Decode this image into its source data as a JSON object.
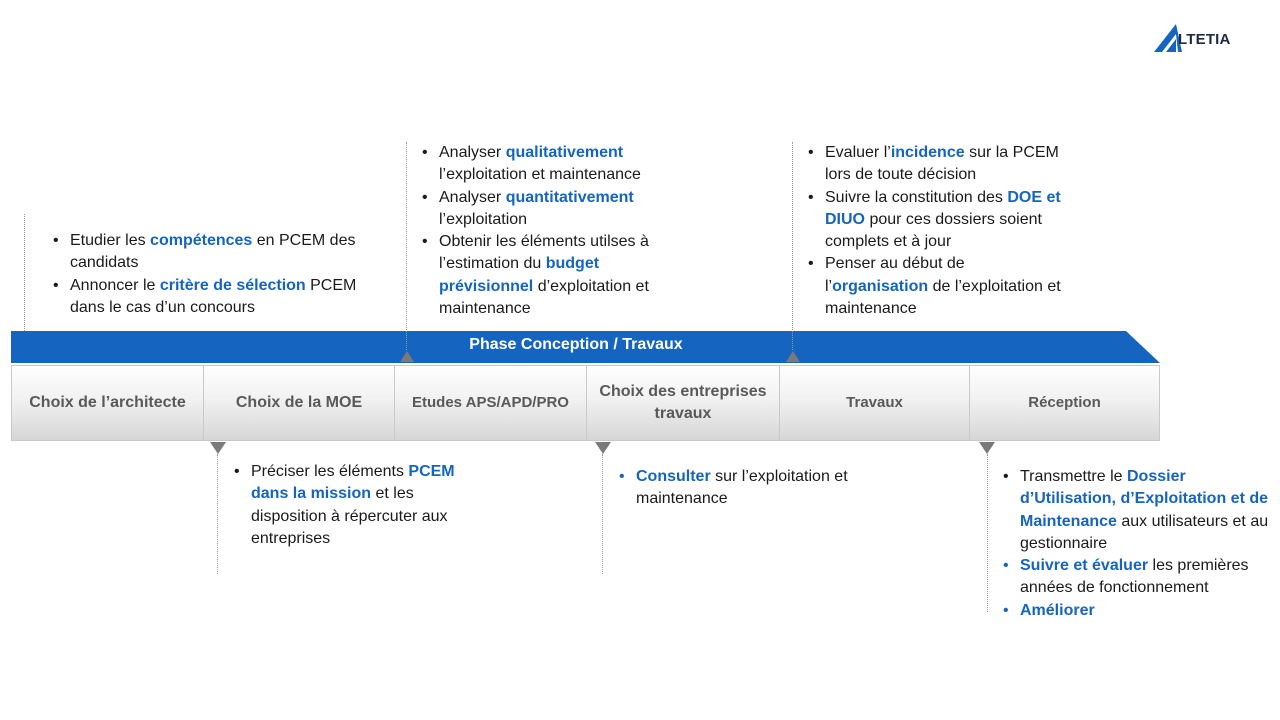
{
  "logo": {
    "text": "LTETIA",
    "brand_color": "#1565c0"
  },
  "phase": {
    "label": "Phase Conception / Travaux",
    "color": "#1565c0"
  },
  "stages": [
    "Choix de l’architecte",
    "Choix de la MOE",
    "Etudes APS/APD/PRO",
    "Choix des entreprises travaux",
    "Travaux",
    "Réception"
  ],
  "notes": {
    "architecte": [
      [
        "Etudier les ",
        "compétences",
        " en PCEM des candidats"
      ],
      [
        "Annoncer le ",
        "critère de sélection",
        " PCEM dans le cas d’un concours"
      ]
    ],
    "moe": [
      [
        "Préciser les éléments ",
        "PCEM dans la mission",
        " et les disposition à répercuter aux entreprises"
      ]
    ],
    "etudes": [
      [
        "Analyser ",
        "qualitativement",
        " l’exploitation et maintenance"
      ],
      [
        "Analyser ",
        "quantitativement",
        " l’exploitation"
      ],
      [
        "Obtenir les éléments utilses à l’estimation du ",
        "budget prévisionnel",
        " d’exploitation et maintenance"
      ]
    ],
    "entreprises": [
      [
        "",
        "Consulter",
        " sur l’exploitation et maintenance"
      ]
    ],
    "travaux": [
      [
        "Evaluer l’",
        "incidence",
        " sur la PCEM lors de toute décision"
      ],
      [
        "Suivre la constitution des ",
        "DOE et DIUO",
        " pour ces dossiers soient complets et à jour"
      ],
      [
        "Penser au début de l’",
        "organisation",
        " de l’exploitation et maintenance"
      ]
    ],
    "reception": [
      [
        "Transmettre le ",
        "Dossier d’Utilisation, d’Exploitation et de Maintenance",
        " aux utilisateurs et au gestionnaire"
      ],
      [
        "",
        "Suivre et évaluer",
        " les premières années de fonctionnement"
      ],
      [
        "",
        "Améliorer",
        ""
      ]
    ]
  }
}
